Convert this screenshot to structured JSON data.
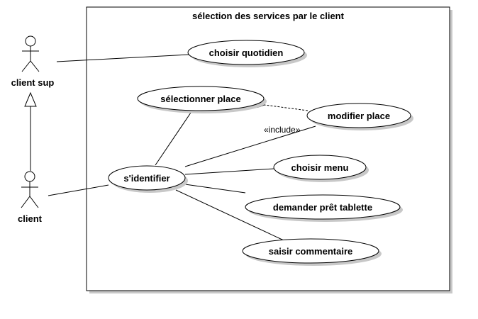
{
  "system": {
    "title": "sélection des services par le client"
  },
  "actors": {
    "client_sup": "client sup",
    "client": "client"
  },
  "use_cases": {
    "choisir_quotidien": "choisir quotidien",
    "selectionner_place": "sélectionner place",
    "modifier_place": "modifier place",
    "s_identifier": "s'identifier",
    "choisir_menu": "choisir menu",
    "demander_pret_tablette": "demander prêt tablette",
    "saisir_commentaire": "saisir commentaire"
  },
  "relations": {
    "include_label": "«include»"
  }
}
